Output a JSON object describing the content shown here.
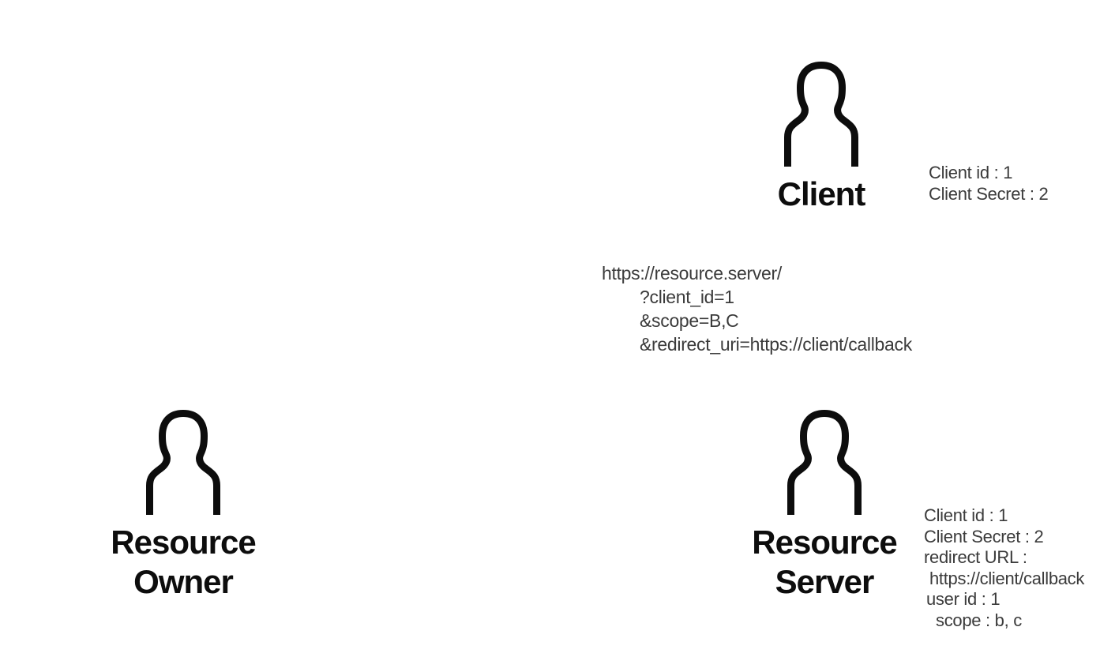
{
  "diagram": {
    "title_hint": "OAuth roles diagram"
  },
  "actors": {
    "client": {
      "label": "Client"
    },
    "resource_owner": {
      "label_line1": "Resource",
      "label_line2": "Owner"
    },
    "resource_server": {
      "label_line1": "Resource",
      "label_line2": "Server"
    }
  },
  "client_note": {
    "lines": [
      "Client id : 1",
      "Client Secret : 2"
    ]
  },
  "request_url": {
    "lines": [
      "https://resource.server/",
      "?client_id=1",
      "&scope=B,C",
      "&redirect_uri=https://client/callback"
    ]
  },
  "server_note": {
    "lines": [
      "Client id : 1",
      "Client Secret : 2",
      "redirect URL :",
      "https://client/callback",
      "user id : 1",
      "scope : b, c"
    ]
  },
  "icons": {
    "person": "person-silhouette-icon"
  },
  "colors": {
    "background": "#ffffff",
    "text_primary": "#0d0d0d",
    "text_secondary": "#3b3b3b"
  }
}
